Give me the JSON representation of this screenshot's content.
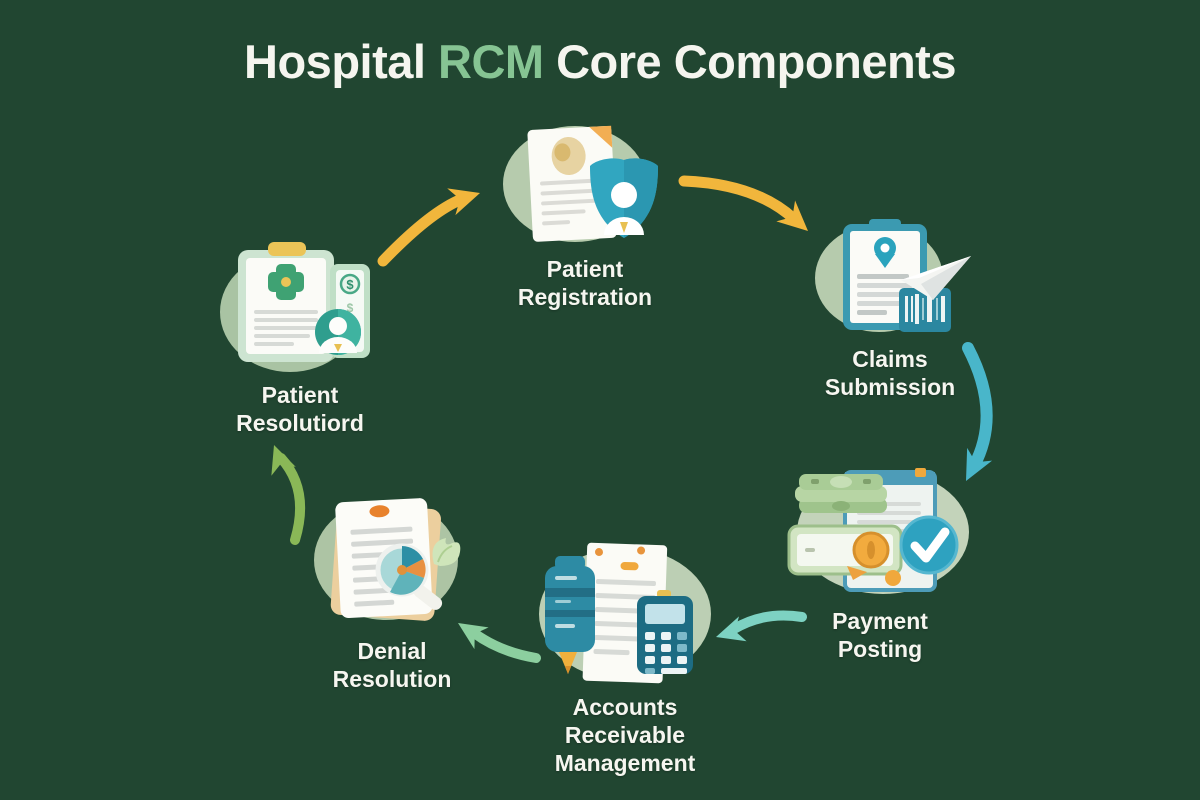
{
  "title": {
    "full_text": "Hospital RCM Core Components",
    "segments": [
      {
        "text": "Hospital ",
        "color": "#f5f5ef"
      },
      {
        "text": "RCM",
        "color": "#86c493"
      },
      {
        "text": " Core Components",
        "color": "#f5f5ef"
      }
    ]
  },
  "canvas": {
    "background": "#214631"
  },
  "nodes": [
    {
      "id": "patient-registration",
      "label": [
        "Patient",
        "Registration"
      ],
      "icon": "document-shield-person-icon"
    },
    {
      "id": "claims-submission",
      "label": [
        "Claims",
        "Submission"
      ],
      "icon": "clipboard-paper-plane-icon"
    },
    {
      "id": "payment-posting",
      "label": [
        "Payment",
        "Posting"
      ],
      "icon": "cash-stack-checkmark-icon"
    },
    {
      "id": "accounts-receivable-management",
      "label": [
        "Accounts",
        "Receivable",
        "Management"
      ],
      "icon": "ledger-calculator-icon"
    },
    {
      "id": "denial-resolution",
      "label": [
        "Denial",
        "Resolution"
      ],
      "icon": "document-magnifier-pie-icon"
    },
    {
      "id": "patient-record",
      "label": [
        "Patient",
        "Resolutiord"
      ],
      "icon": "medical-clipboard-person-icon",
      "dollar_glyph": "$"
    }
  ],
  "arrows": [
    {
      "id": "patient-record-to-registration",
      "color": "#f1b63c"
    },
    {
      "id": "registration-to-claims",
      "color": "#f1b63c"
    },
    {
      "id": "claims-to-payment",
      "color": "#49b6ca"
    },
    {
      "id": "payment-to-accounts",
      "color": "#7dd2c2"
    },
    {
      "id": "accounts-to-denial",
      "color": "#8ccf9f"
    },
    {
      "id": "denial-to-patient-record",
      "color": "#8ab857"
    }
  ]
}
